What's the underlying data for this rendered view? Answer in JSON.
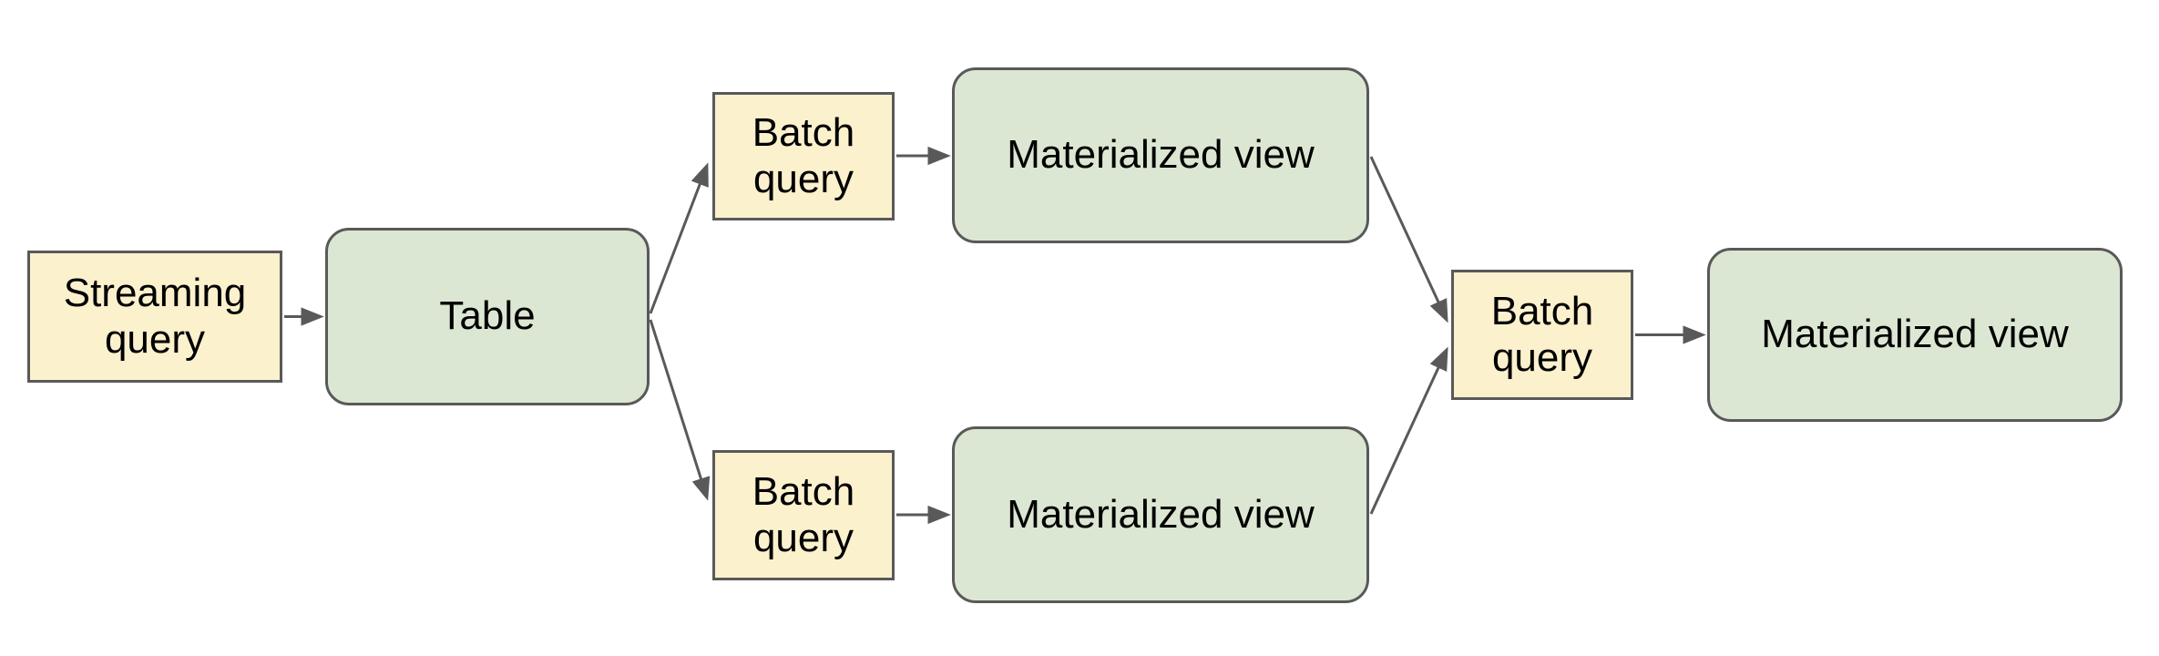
{
  "diagram": {
    "palette": {
      "query_fill": "#fbf1cd",
      "storage_fill": "#dbe7d2",
      "border": "#595959",
      "arrow": "#595959",
      "text": "#000000",
      "background": "#ffffff"
    },
    "nodes": [
      {
        "id": "streaming-query",
        "label": "Streaming query",
        "kind": "query",
        "shape": "rectangle"
      },
      {
        "id": "table",
        "label": "Table",
        "kind": "storage",
        "shape": "rounded-rectangle"
      },
      {
        "id": "batch-query-top",
        "label": "Batch query",
        "kind": "query",
        "shape": "rectangle"
      },
      {
        "id": "materialized-view-top",
        "label": "Materialized view",
        "kind": "storage",
        "shape": "rounded-rectangle"
      },
      {
        "id": "batch-query-bottom",
        "label": "Batch query",
        "kind": "query",
        "shape": "rectangle"
      },
      {
        "id": "materialized-view-bottom",
        "label": "Materialized view",
        "kind": "storage",
        "shape": "rounded-rectangle"
      },
      {
        "id": "batch-query-right",
        "label": "Batch query",
        "kind": "query",
        "shape": "rectangle"
      },
      {
        "id": "materialized-view-right",
        "label": "Materialized view",
        "kind": "storage",
        "shape": "rounded-rectangle"
      }
    ],
    "edges": [
      {
        "from": "streaming-query",
        "to": "table"
      },
      {
        "from": "table",
        "to": "batch-query-top"
      },
      {
        "from": "table",
        "to": "batch-query-bottom"
      },
      {
        "from": "batch-query-top",
        "to": "materialized-view-top"
      },
      {
        "from": "batch-query-bottom",
        "to": "materialized-view-bottom"
      },
      {
        "from": "materialized-view-top",
        "to": "batch-query-right"
      },
      {
        "from": "materialized-view-bottom",
        "to": "batch-query-right"
      },
      {
        "from": "batch-query-right",
        "to": "materialized-view-right"
      }
    ]
  }
}
